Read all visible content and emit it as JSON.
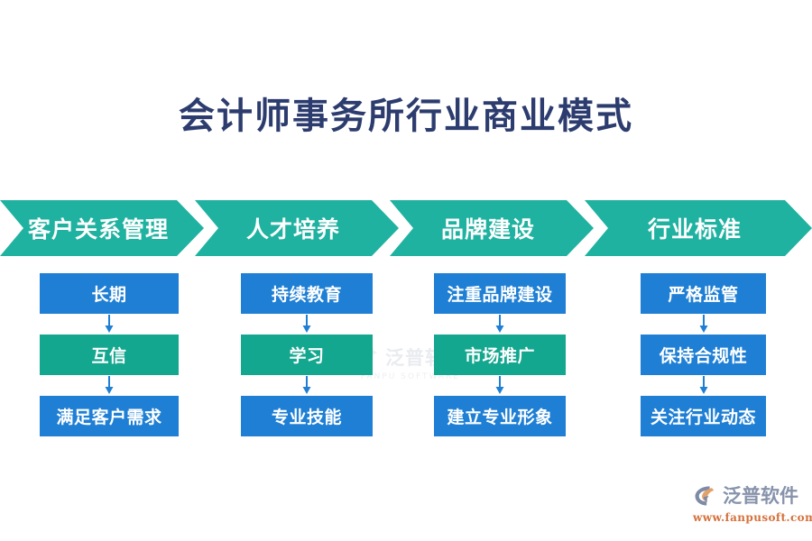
{
  "page": {
    "title": "会计师事务所行业商业模式",
    "title_color": "#2c3c6e",
    "background": "#ffffff"
  },
  "colors": {
    "teal": "#1fb2a0",
    "teal_node": "#14a78f",
    "blue": "#1f7fd4",
    "arrow": "#1f7fd4",
    "title": "#2c3c6e",
    "brand_gray": "#8793ab",
    "brand_orange": "#d4713c"
  },
  "chevrons": [
    {
      "label": "客户关系管理"
    },
    {
      "label": "人才培养"
    },
    {
      "label": "品牌建设"
    },
    {
      "label": "行业标准"
    }
  ],
  "columns": [
    {
      "name": "客户关系管理",
      "nodes": [
        {
          "label": "长期",
          "color": "blue"
        },
        {
          "label": "互信",
          "color": "teal"
        },
        {
          "label": "满足客户需求",
          "color": "blue"
        }
      ]
    },
    {
      "name": "人才培养",
      "nodes": [
        {
          "label": "持续教育",
          "color": "blue"
        },
        {
          "label": "学习",
          "color": "teal"
        },
        {
          "label": "专业技能",
          "color": "blue"
        }
      ]
    },
    {
      "name": "品牌建设",
      "nodes": [
        {
          "label": "注重品牌建设",
          "color": "blue"
        },
        {
          "label": "市场推广",
          "color": "teal"
        },
        {
          "label": "建立专业形象",
          "color": "blue"
        }
      ]
    },
    {
      "name": "行业标准",
      "nodes": [
        {
          "label": "严格监管",
          "color": "blue"
        },
        {
          "label": "保持合规性",
          "color": "blue"
        },
        {
          "label": "关注行业动态",
          "color": "blue"
        }
      ]
    }
  ],
  "watermark": {
    "text": "泛普软件",
    "subtext": "FANPU SOFTWARE"
  },
  "brand": {
    "name": "泛普软件",
    "url": "www.fanpusoft.com",
    "mark": "fanpu-logo-icon"
  }
}
